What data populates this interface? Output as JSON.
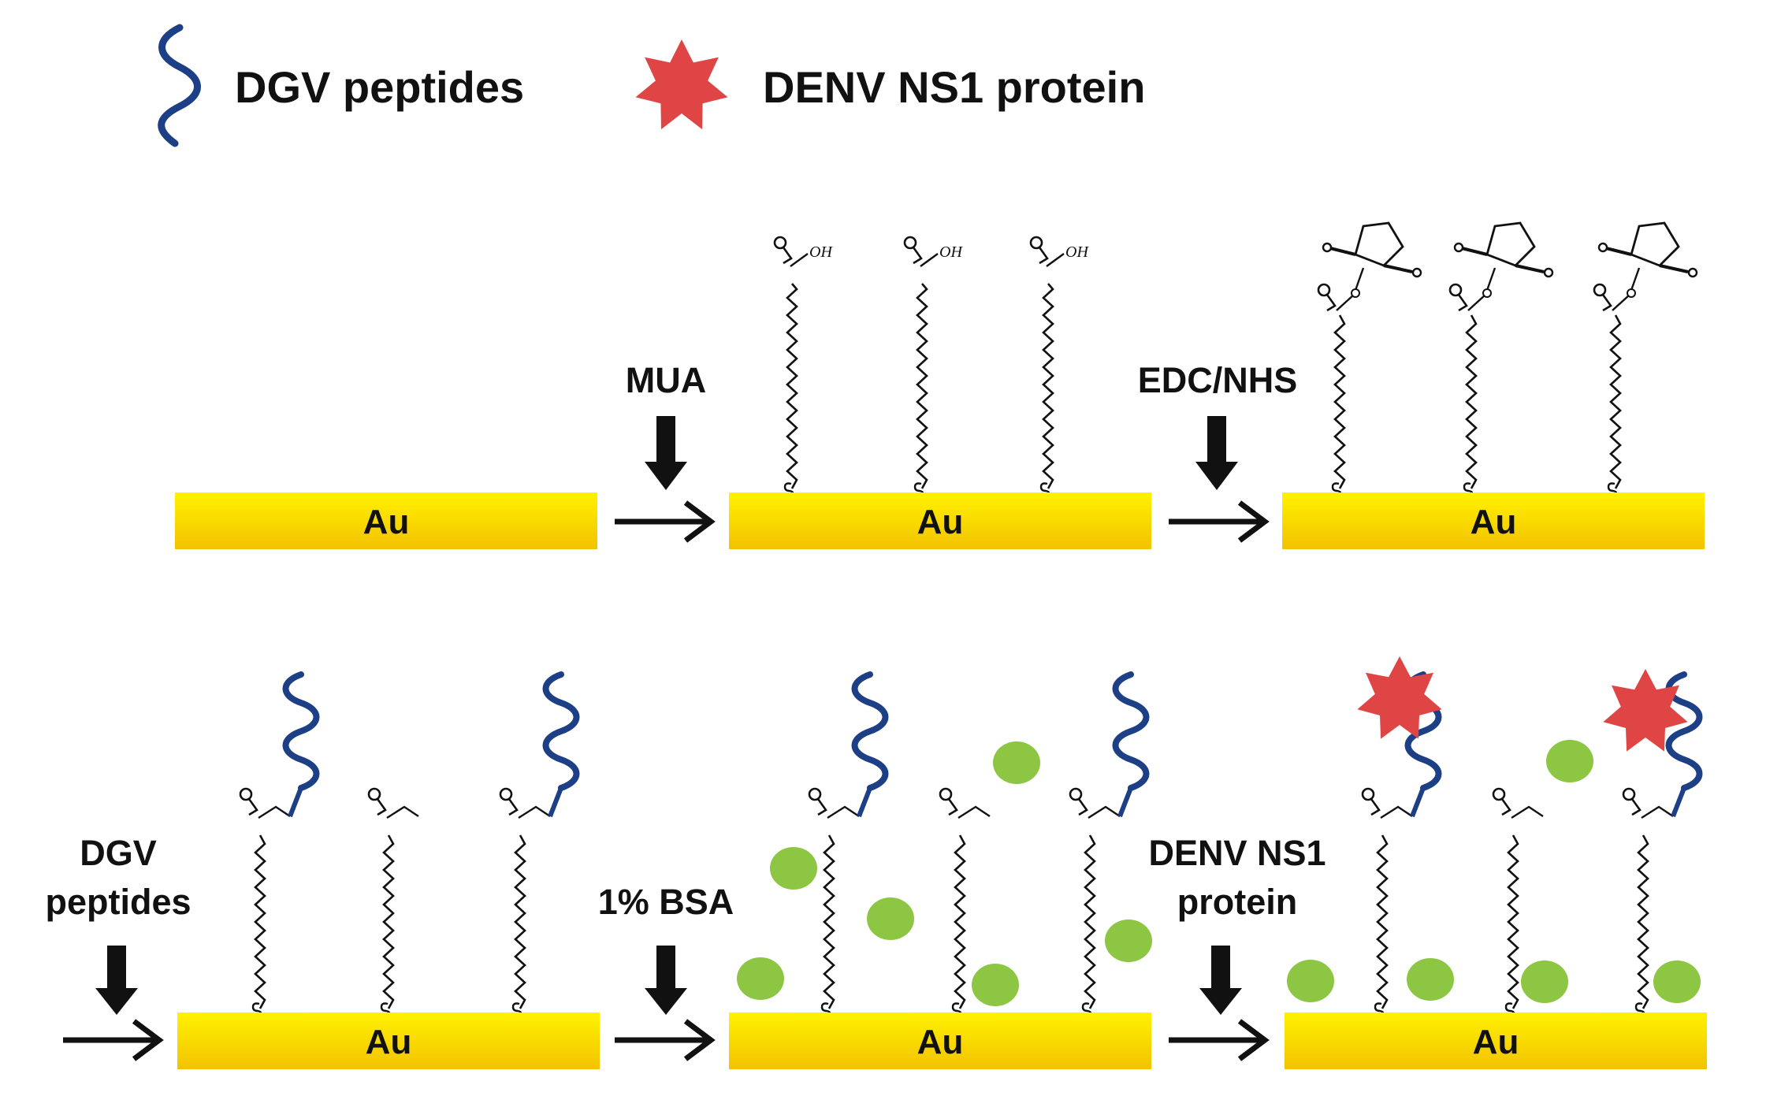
{
  "legend": {
    "peptide_label": "DGV peptides",
    "protein_label": "DENV NS1 protein",
    "peptide_icon": "wavy-peptide-icon",
    "protein_icon": "red-star-icon"
  },
  "colors": {
    "gold_top": "#fff200",
    "gold_bottom": "#f2c200",
    "peptide": "#1d3f86",
    "protein": "#e04545",
    "bsa": "#8cc642",
    "chain": "#111111"
  },
  "rows": [
    {
      "panels": [
        {
          "substrate": "Au",
          "incoming_step": "",
          "surface": "bare"
        },
        {
          "substrate": "Au",
          "incoming_step": "MUA",
          "surface": "mua",
          "terminal_label": "OH"
        },
        {
          "substrate": "Au",
          "incoming_step": "EDC/NHS",
          "surface": "nhs"
        }
      ]
    },
    {
      "panels": [
        {
          "substrate": "Au",
          "incoming_step": "DGV peptides",
          "surface": "peptide"
        },
        {
          "substrate": "Au",
          "incoming_step": "1% BSA",
          "surface": "bsa"
        },
        {
          "substrate": "Au",
          "incoming_step": "DENV NS1 protein",
          "surface": "ns1"
        }
      ]
    }
  ]
}
